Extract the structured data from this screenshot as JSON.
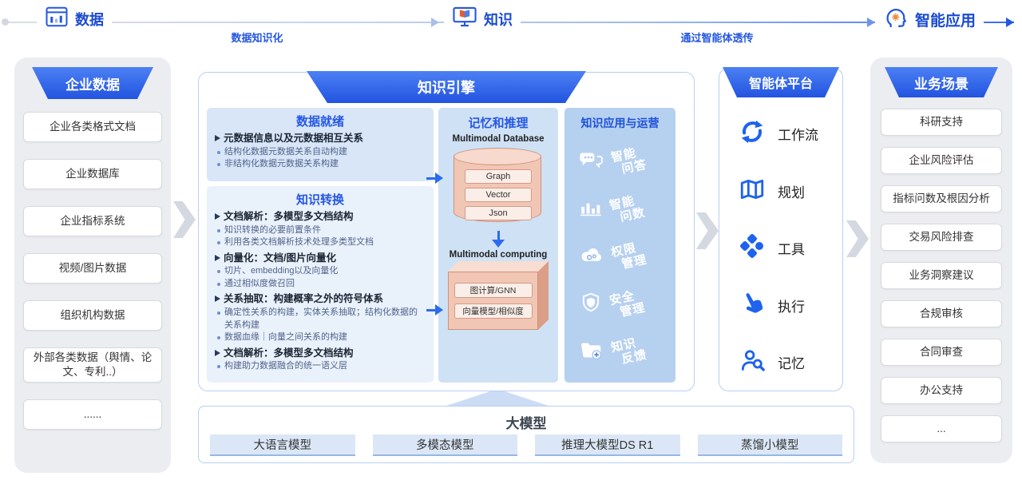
{
  "flow": {
    "stages": [
      {
        "label": "数据",
        "icon": "data-icon"
      },
      {
        "label": "知识",
        "icon": "knowledge-icon"
      },
      {
        "label": "智能应用",
        "icon": "smart-app-icon"
      }
    ],
    "arrow_labels": [
      "数据知识化",
      "通过智能体透传"
    ]
  },
  "enterprise_data": {
    "title": "企业数据",
    "items": [
      "企业各类格式文档",
      "企业数据库",
      "企业指标系统",
      "视频/图片数据",
      "组织机构数据",
      "外部各类数据（舆情、论文、专利..）",
      "......"
    ]
  },
  "knowledge_engine": {
    "title": "知识引擎",
    "data_ready": {
      "title": "数据就绪",
      "points": [
        {
          "head": "元数据信息以及元数据相互关系",
          "tail": "",
          "bullets": [
            "结构化数据元数据关系自动构建",
            "非结构化数据元数据关系构建"
          ]
        }
      ]
    },
    "knowledge_convert": {
      "title": "知识转换",
      "points": [
        {
          "head": "文档解析：",
          "tail": "多模型多文档结构",
          "bullets": [
            "知识转换的必要前置条件",
            "利用各类文档解析技术处理多类型文档"
          ]
        },
        {
          "head": "向量化：",
          "tail": "文档/图片向量化",
          "bullets": [
            "切片、embedding以及向量化",
            "通过相似度做召回"
          ]
        },
        {
          "head": "关系抽取：",
          "tail": "构建概率之外的符号体系",
          "bullets": [
            "确定性关系的构建，实体关系抽取；结构化数据的关系构建",
            "数据血缘｜向量之间关系的构建"
          ]
        },
        {
          "head": "文档解析：",
          "tail": "多模型多文档结构",
          "bullets": [
            "构建助力数据融合的统一语义层"
          ]
        }
      ]
    },
    "memory_reasoning": {
      "title": "记忆和推理",
      "database_label": "Multimodal Database",
      "database_items": [
        "Graph",
        "Vector",
        "Json"
      ],
      "computing_label": "Multimodal computing",
      "computing_items": [
        "图计算/GNN",
        "向量模型/相似度"
      ]
    },
    "apps": {
      "title": "知识应用与运营",
      "items": [
        {
          "line1": "智能",
          "line2": "问答",
          "icon": "chat-icon"
        },
        {
          "line1": "智能",
          "line2": "问数",
          "icon": "bar-chart-icon"
        },
        {
          "line1": "权限",
          "line2": "管理",
          "icon": "cloud-gear-icon"
        },
        {
          "line1": "安全",
          "line2": "管理",
          "icon": "shield-icon"
        },
        {
          "line1": "知识",
          "line2": "反馈",
          "icon": "folder-plus-icon"
        }
      ]
    }
  },
  "agent_platform": {
    "title": "智能体平台",
    "items": [
      {
        "label": "工作流",
        "icon": "workflow-icon"
      },
      {
        "label": "规划",
        "icon": "map-icon"
      },
      {
        "label": "工具",
        "icon": "tools-icon"
      },
      {
        "label": "执行",
        "icon": "execute-icon"
      },
      {
        "label": "记忆",
        "icon": "memory-icon"
      }
    ]
  },
  "business_scenarios": {
    "title": "业务场景",
    "items": [
      "科研支持",
      "企业风险评估",
      "指标问数及根因分析",
      "交易风险排查",
      "业务洞察建议",
      "合规审核",
      "合同审查",
      "办公支持",
      "..."
    ]
  },
  "large_models": {
    "title": "大模型",
    "items": [
      "大语言模型",
      "多模态模型",
      "推理大模型DS R1",
      "蒸馏小模型"
    ]
  },
  "colors": {
    "primary_blue": "#2457e0",
    "header_blue": "#2254e0",
    "panel_blue": "#b6d0f0",
    "salmon": "#f2c6b5",
    "gray_column": "#ecedf1"
  }
}
